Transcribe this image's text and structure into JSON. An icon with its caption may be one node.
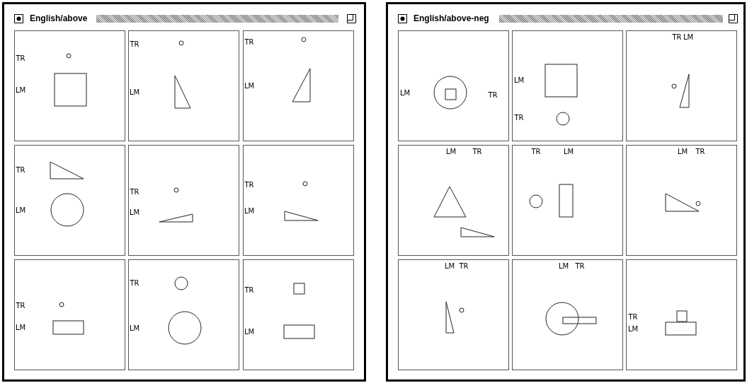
{
  "diagram": {
    "nodes": [
      {
        "text": [
          "English/above"
        ]
      },
      {
        "text": [
          "TR",
          "LM"
        ],
        "in": 0
      },
      {
        "text": [
          "TR",
          "LM"
        ],
        "in": 0
      },
      {
        "text": [
          "TR",
          "LM"
        ],
        "in": 0
      },
      {
        "text": [
          "TR",
          "LM"
        ],
        "in": 0
      },
      {
        "text": [
          "TR",
          "LM"
        ],
        "in": 0
      },
      {
        "text": [
          "TR",
          "LM"
        ],
        "in": 0
      },
      {
        "text": [
          "TR",
          "LM"
        ],
        "in": 0
      },
      {
        "text": [
          "TR",
          "LM"
        ],
        "in": 0
      },
      {
        "text": [
          "TR",
          "LM"
        ],
        "in": 0
      },
      {
        "text": [
          "English/above-neg"
        ]
      },
      {
        "text": [
          "LM",
          "TR"
        ],
        "in": 10
      },
      {
        "text": [
          "LM",
          "TR"
        ],
        "in": 10
      },
      {
        "text": [
          "TR",
          "LM"
        ],
        "in": 10
      },
      {
        "text": [
          "LM",
          "TR"
        ],
        "in": 10
      },
      {
        "text": [
          "TR",
          "LM"
        ],
        "in": 10
      },
      {
        "text": [
          "LM",
          "TR"
        ],
        "in": 10
      },
      {
        "text": [
          "LM",
          "TR"
        ],
        "in": 10
      },
      {
        "text": [
          "LM",
          "TR"
        ],
        "in": 10
      },
      {
        "text": [
          "TR",
          "LM"
        ],
        "in": 10
      }
    ]
  }
}
